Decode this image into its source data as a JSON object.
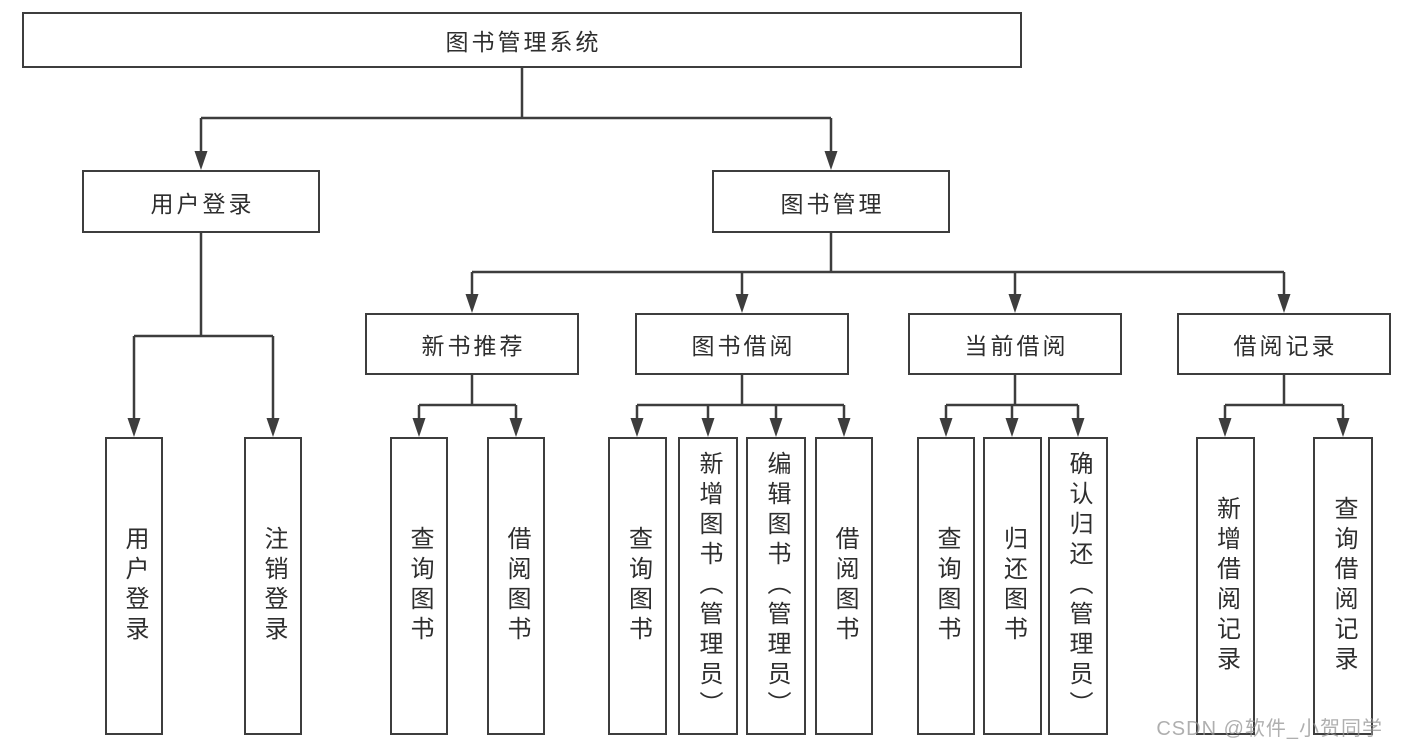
{
  "tree": {
    "root": {
      "label": "图书管理系统"
    },
    "branches": [
      {
        "label": "用户登录",
        "children": [
          {
            "label": "用户登录"
          },
          {
            "label": "注销登录"
          }
        ]
      },
      {
        "label": "图书管理",
        "children": [
          {
            "label": "新书推荐",
            "children": [
              {
                "label": "查询图书"
              },
              {
                "label": "借阅图书"
              }
            ]
          },
          {
            "label": "图书借阅",
            "children": [
              {
                "label": "查询图书"
              },
              {
                "label": "新增图书（管理员）"
              },
              {
                "label": "编辑图书（管理员）"
              },
              {
                "label": "借阅图书"
              }
            ]
          },
          {
            "label": "当前借阅",
            "children": [
              {
                "label": "查询图书"
              },
              {
                "label": "归还图书"
              },
              {
                "label": "确认归还（管理员）"
              }
            ]
          },
          {
            "label": "借阅记录",
            "children": [
              {
                "label": "新增借阅记录"
              },
              {
                "label": "查询借阅记录"
              }
            ]
          }
        ]
      }
    ]
  },
  "watermark": "CSDN @软件_小贺同学",
  "colors": {
    "line": "#3d3d3d",
    "text": "#2e2e2e",
    "background": "#ffffff",
    "watermark": "#949494"
  }
}
